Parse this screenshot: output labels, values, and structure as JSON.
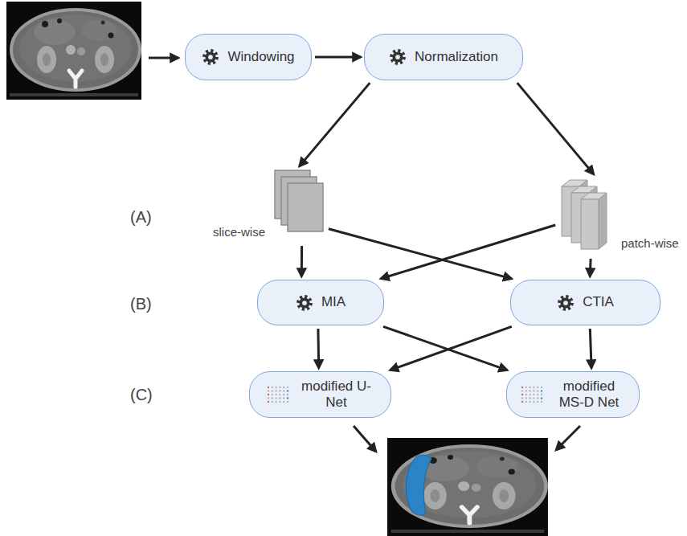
{
  "diagram": {
    "nodes": [
      {
        "text": [
          "Windowing"
        ]
      },
      {
        "text": [
          "Normalization"
        ]
      },
      {
        "text": [
          "slice-wise"
        ]
      },
      {
        "text": [
          "patch-wise"
        ]
      },
      {
        "text": [
          "MIA"
        ]
      },
      {
        "text": [
          "CTIA"
        ]
      },
      {
        "text": [
          "modified U-Net"
        ]
      },
      {
        "text": [
          "modified MS-D Net"
        ]
      }
    ],
    "edges": [
      {
        "from": 0,
        "to": 1,
        "arrow": "to"
      },
      {
        "from": 1,
        "to": 2,
        "arrow": "to"
      },
      {
        "from": 1,
        "to": 3,
        "arrow": "to"
      },
      {
        "from": 2,
        "to": 4,
        "arrow": "to"
      },
      {
        "from": 2,
        "to": 5,
        "arrow": "to"
      },
      {
        "from": 3,
        "to": 4,
        "arrow": "to"
      },
      {
        "from": 3,
        "to": 5,
        "arrow": "to"
      },
      {
        "from": 4,
        "to": 6,
        "arrow": "to"
      },
      {
        "from": 4,
        "to": 7,
        "arrow": "to"
      },
      {
        "from": 5,
        "to": 6,
        "arrow": "to"
      },
      {
        "from": 5,
        "to": 7,
        "arrow": "to"
      }
    ],
    "labels": [
      "(A)",
      "(B)",
      "(C)"
    ]
  }
}
